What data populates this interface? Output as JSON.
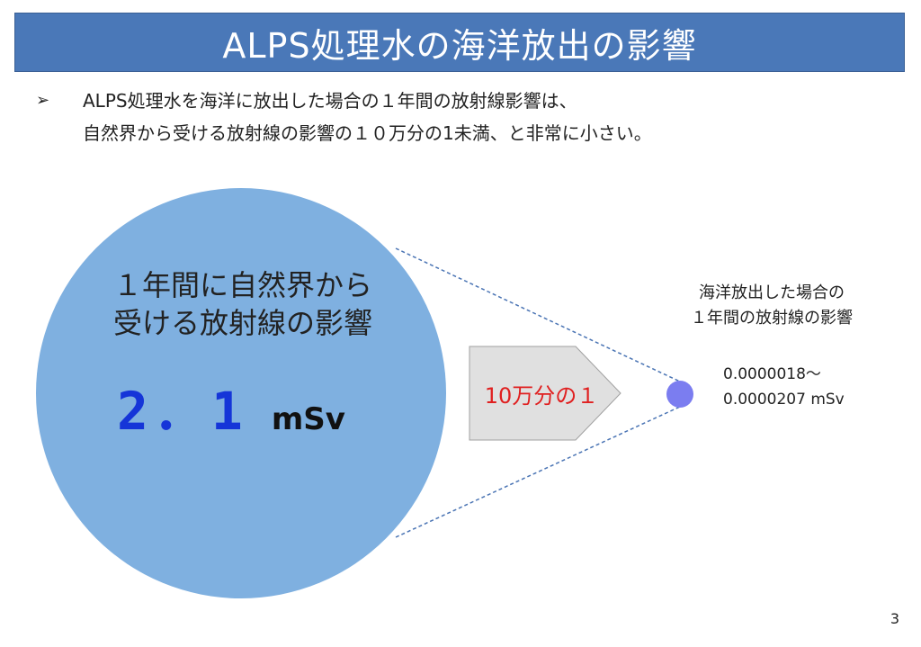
{
  "title": "ALPS処理水の海洋放出の影響",
  "bullet": {
    "mark": "➢",
    "line1": "ALPS処理水を海洋に放出した場合の１年間の放射線影響は、",
    "line2": "自然界から受ける放射線の影響の１０万分の1未満、と非常に小さい。"
  },
  "big_circle": {
    "label_line1": "１年間に自然界から",
    "label_line2": "受ける放射線の影響",
    "value": "2．1",
    "unit": "mSv",
    "color": "#7fb0e0"
  },
  "ratio_arrow": {
    "label": "10万分の１",
    "label_color": "#e02020",
    "fill": "#e0e0e0"
  },
  "small_circle": {
    "label_line1": "海洋放出した場合の",
    "label_line2": "１年間の放射線の影響",
    "value_line1": "0.0000018～",
    "value_line2": "0.0000207 mSv",
    "color": "#7b7df0"
  },
  "page_number": "3"
}
